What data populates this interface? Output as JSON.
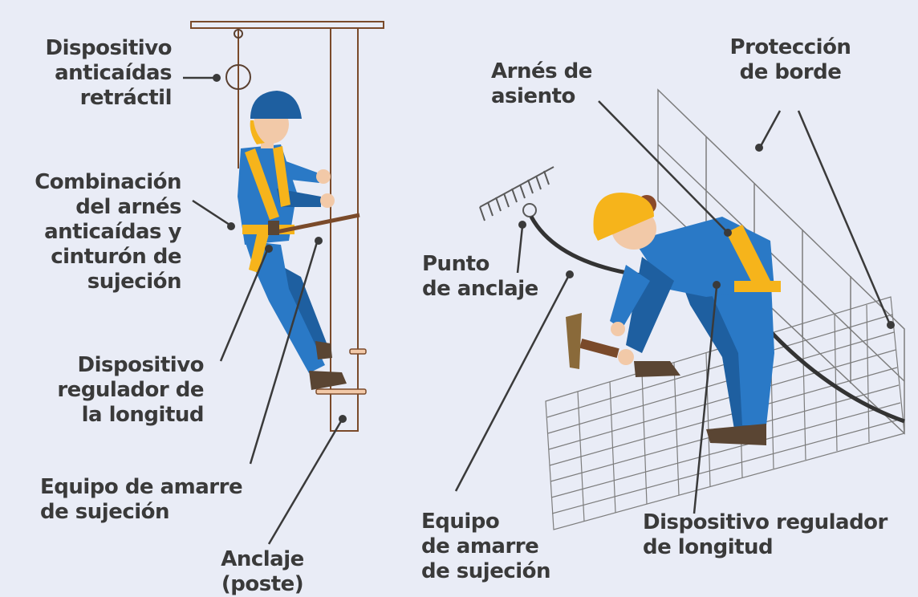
{
  "labels": {
    "retractil": [
      "Dispositivo",
      "anticaídas",
      "retráctil"
    ],
    "combinacion": [
      "Combinación",
      "del arnés",
      "anticaídas y",
      "cinturón de",
      "sujeción"
    ],
    "regulador_izq": [
      "Dispositivo",
      "regulador de",
      "la longitud"
    ],
    "amarre_izq": [
      "Equipo de amarre",
      "de sujeción"
    ],
    "anclaje_poste": [
      "Anclaje",
      "(poste)"
    ],
    "arnes_asiento": [
      "Arnés de",
      "asiento"
    ],
    "proteccion_borde": [
      "Protección",
      "de borde"
    ],
    "punto_anclaje": [
      "Punto",
      "de anclaje"
    ],
    "amarre_der": [
      "Equipo",
      "de amarre",
      "de sujeción"
    ],
    "regulador_der": [
      "Dispositivo regulador",
      "de longitud"
    ]
  },
  "colors": {
    "background": "#e9ecf6",
    "label_text": "#3a3a3a",
    "uniform_blue": "#2a79c6",
    "helmet_navy": "#1e5fa0",
    "helmet_yellow": "#f5a31a",
    "harness_yellow": "#f6b41b",
    "pole_brown": "#7a4a2a",
    "skin": "#f2c9a8"
  }
}
